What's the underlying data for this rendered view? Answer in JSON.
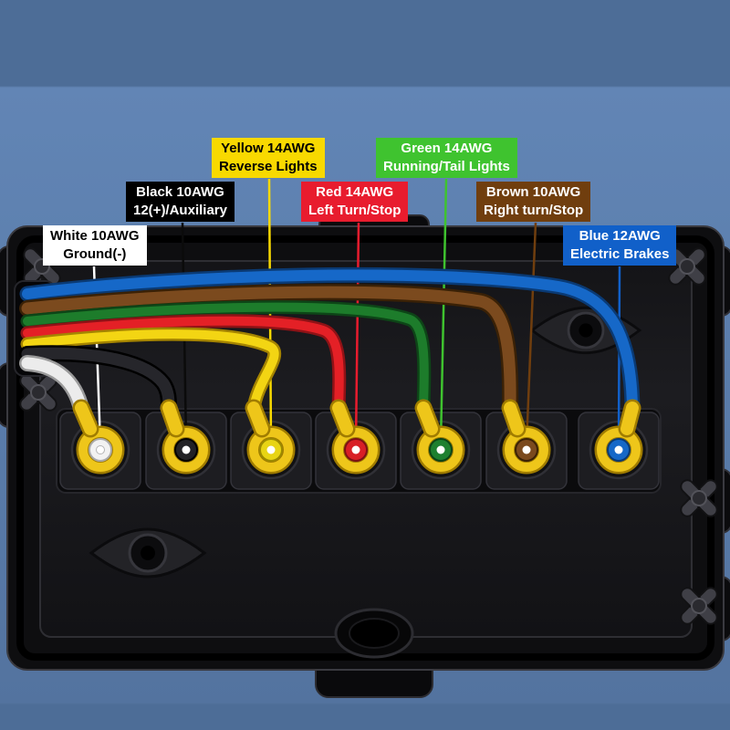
{
  "background": {
    "sky": "#5e81b0",
    "band": "#4d6d97"
  },
  "box": {
    "shell": "#0e0e10",
    "interior": "#18181b",
    "terminal_ring": "#eec61a"
  },
  "labels": [
    {
      "id": "white",
      "line1": "White 10AWG",
      "line2": "Ground(-)",
      "bg": "#ffffff",
      "fg": "#000000",
      "wire_color": "#ececec"
    },
    {
      "id": "black",
      "line1": "Black 10AWG",
      "line2": "12(+)/Auxiliary",
      "bg": "#000000",
      "fg": "#ffffff",
      "wire_color": "#26262b"
    },
    {
      "id": "yellow",
      "line1": "Yellow 14AWG",
      "line2": "Reverse Lights",
      "bg": "#f8d900",
      "fg": "#000000",
      "wire_color": "#f3d513"
    },
    {
      "id": "red",
      "line1": "Red 14AWG",
      "line2": "Left Turn/Stop",
      "bg": "#e81c2e",
      "fg": "#ffffff",
      "wire_color": "#e42026"
    },
    {
      "id": "green",
      "line1": "Green 14AWG",
      "line2": "Running/Tail Lights",
      "bg": "#3fc32f",
      "fg": "#ffffff",
      "wire_color": "#1d7c2b"
    },
    {
      "id": "brown",
      "line1": "Brown 10AWG",
      "line2": "Right turn/Stop",
      "bg": "#703e0e",
      "fg": "#ffffff",
      "wire_color": "#7b4a1e"
    },
    {
      "id": "blue",
      "line1": "Blue 12AWG",
      "line2": "Electric Brakes",
      "bg": "#1160c9",
      "fg": "#ffffff",
      "wire_color": "#1668c8"
    }
  ]
}
